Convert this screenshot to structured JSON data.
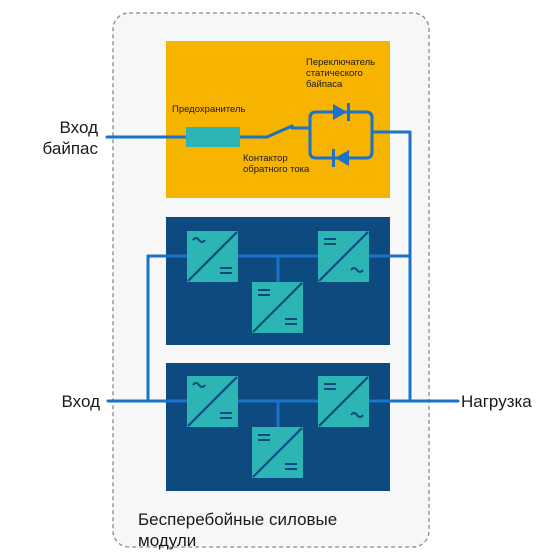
{
  "labels": {
    "bypass_input": "Вход\nбайпас",
    "input": "Вход",
    "load": "Нагрузка",
    "modules_caption": "Бесперебойные силовые\nмодули",
    "fuse": "Предохранитель",
    "static_switch": "Переключатель\nстатического\nбайпаса",
    "backfeed_contactor": "Контактор\nобратного тока"
  },
  "colors": {
    "bypass_block": "#f6b400",
    "module_block": "#0d4a80",
    "converter": "#2db4b4",
    "wire": "#1a73c8",
    "enclosure_border": "#8a8a8a",
    "enclosure_fill": "#f7f7f7"
  },
  "icons": {
    "converter_ac_dc": "ac-dc-converter-icon",
    "converter_dc_dc": "dc-dc-converter-icon",
    "converter_dc_ac": "dc-ac-converter-icon",
    "thyristor": "thyristor-icon",
    "fuse": "fuse-icon",
    "contactor": "contactor-switch-icon"
  }
}
